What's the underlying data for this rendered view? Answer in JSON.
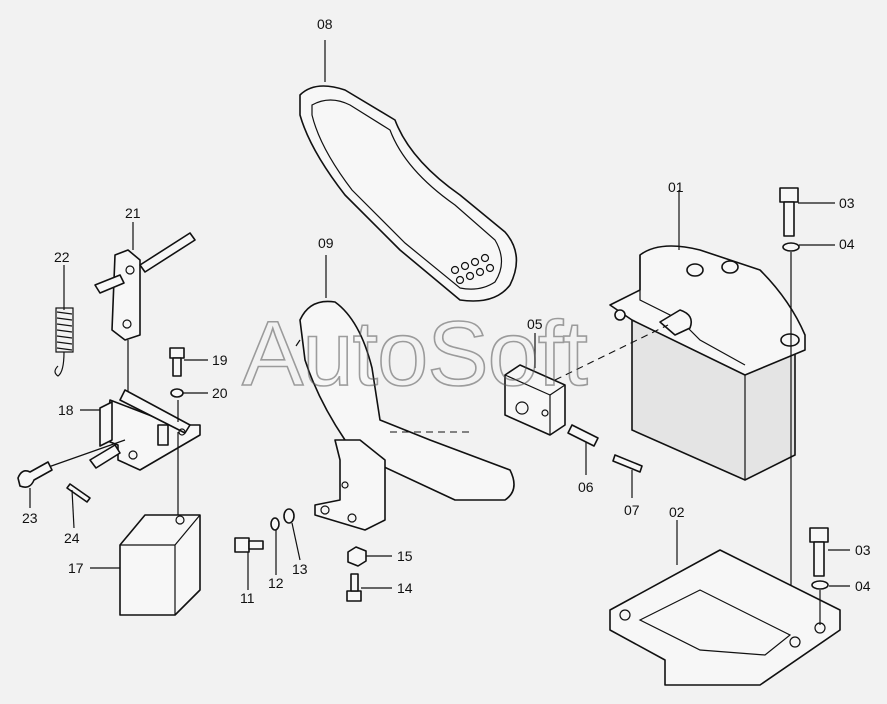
{
  "watermark": "AutoSoft",
  "callouts": {
    "p01": "01",
    "p02": "02",
    "p03a": "03",
    "p03b": "03",
    "p04a": "04",
    "p04b": "04",
    "p05": "05",
    "p06": "06",
    "p07": "07",
    "p08": "08",
    "p09": "09",
    "p11": "11",
    "p12": "12",
    "p13": "13",
    "p14": "14",
    "p15": "15",
    "p17": "17",
    "p18": "18",
    "p19": "19",
    "p20": "20",
    "p21": "21",
    "p22": "22",
    "p23": "23",
    "p24": "24"
  }
}
